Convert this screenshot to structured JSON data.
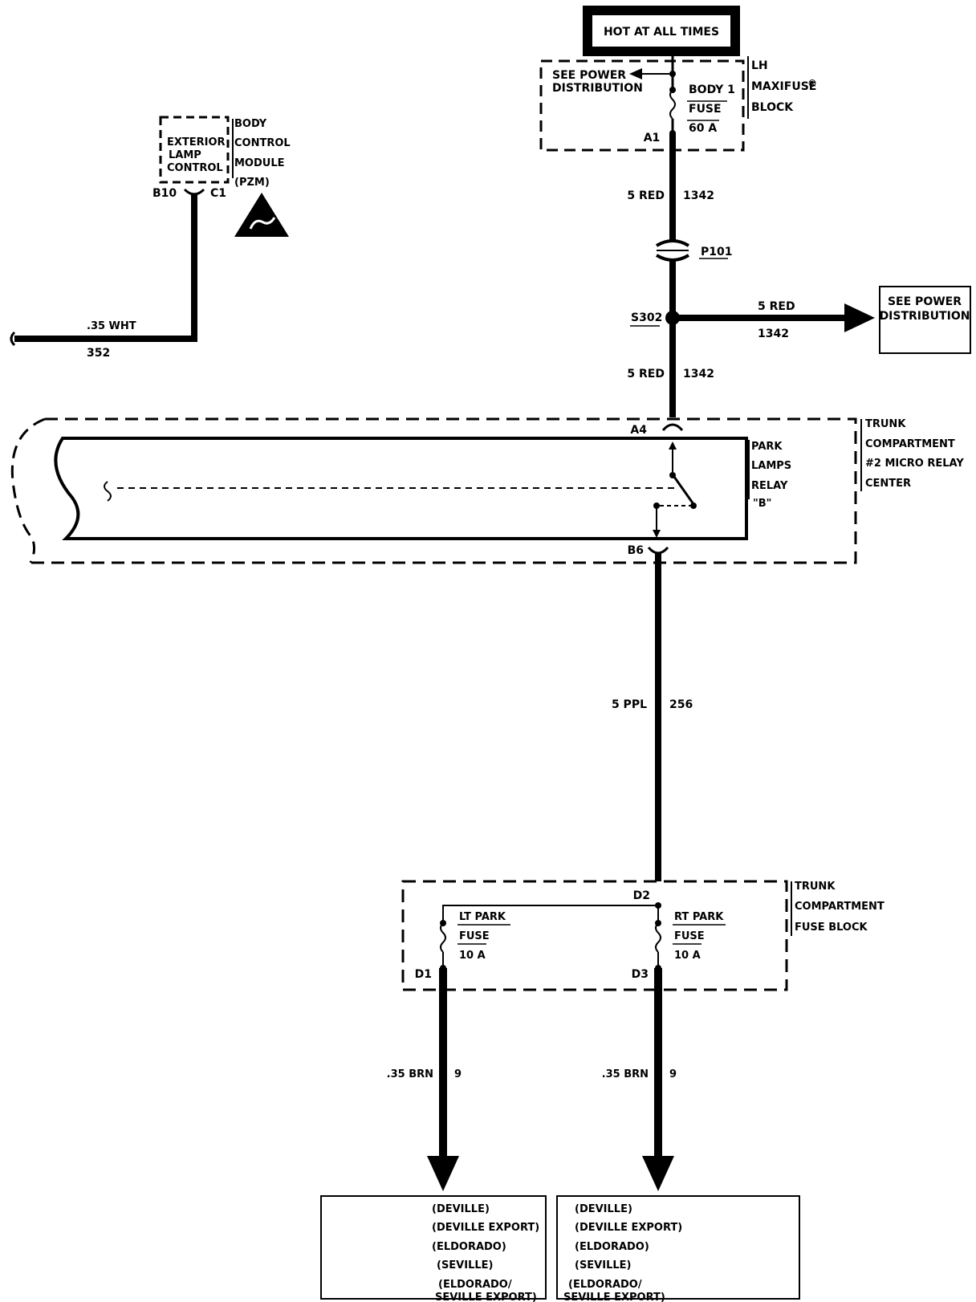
{
  "power_source": {
    "label": "HOT AT ALL TIMES"
  },
  "maxifuse_block": {
    "title_lines": [
      "LH",
      "MAXIFUSE",
      "BLOCK"
    ],
    "registered": "®",
    "see_power_lines": [
      "SEE POWER",
      "DISTRIBUTION"
    ],
    "fuse_lines": [
      "BODY 1",
      "FUSE",
      "60 A"
    ],
    "pin": "A1"
  },
  "wire_top": {
    "gauge_color": "5 RED",
    "circuit": "1342"
  },
  "connector_p101": {
    "label": "P101"
  },
  "splice_s302": {
    "label": "S302",
    "branch_gauge_color": "5 RED",
    "branch_circuit": "1342"
  },
  "see_power_box": {
    "lines": [
      "SEE POWER",
      "DISTRIBUTION"
    ]
  },
  "wire_mid": {
    "gauge_color": "5 RED",
    "circuit": "1342"
  },
  "bcm": {
    "title_lines": [
      "BODY",
      "CONTROL",
      "MODULE",
      "(PZM)"
    ],
    "inner_lines": [
      "EXTERIOR",
      "LAMP",
      "CONTROL"
    ],
    "pin_left": "B10",
    "pin_right": "C1",
    "wire_gauge_color": ".35 WHT",
    "wire_circuit": "352"
  },
  "relay_center": {
    "title_lines": [
      "TRUNK",
      "COMPARTMENT",
      "#2 MICRO RELAY",
      "CENTER"
    ],
    "relay_lines": [
      "PARK",
      "LAMPS",
      "RELAY",
      "\"B\""
    ],
    "pin_in": "A4",
    "pin_out": "B6"
  },
  "wire_long": {
    "gauge_color": "5 PPL",
    "circuit": "256"
  },
  "fuse_block": {
    "title_lines": [
      "TRUNK",
      "COMPARTMENT",
      "FUSE BLOCK"
    ],
    "pin_in": "D2",
    "left_fuse": {
      "lines": [
        "LT PARK",
        "FUSE",
        "10 A"
      ],
      "pin": "D1"
    },
    "right_fuse": {
      "lines": [
        "RT PARK",
        "FUSE",
        "10 A"
      ],
      "pin": "D3"
    }
  },
  "wire_left_out": {
    "gauge_color": ".35 BRN",
    "circuit": "9"
  },
  "wire_right_out": {
    "gauge_color": ".35 BRN",
    "circuit": "9"
  },
  "dest_left": {
    "lines": [
      "(DEVILLE)",
      "(DEVILLE EXPORT)",
      "(ELDORADO)",
      "(SEVILLE)",
      "(ELDORADO/",
      "SEVILLE EXPORT)"
    ]
  },
  "dest_right": {
    "lines": [
      "(DEVILLE)",
      "(DEVILLE EXPORT)",
      "(ELDORADO)",
      "(SEVILLE)",
      "(ELDORADO/",
      "SEVILLE EXPORT)"
    ]
  }
}
